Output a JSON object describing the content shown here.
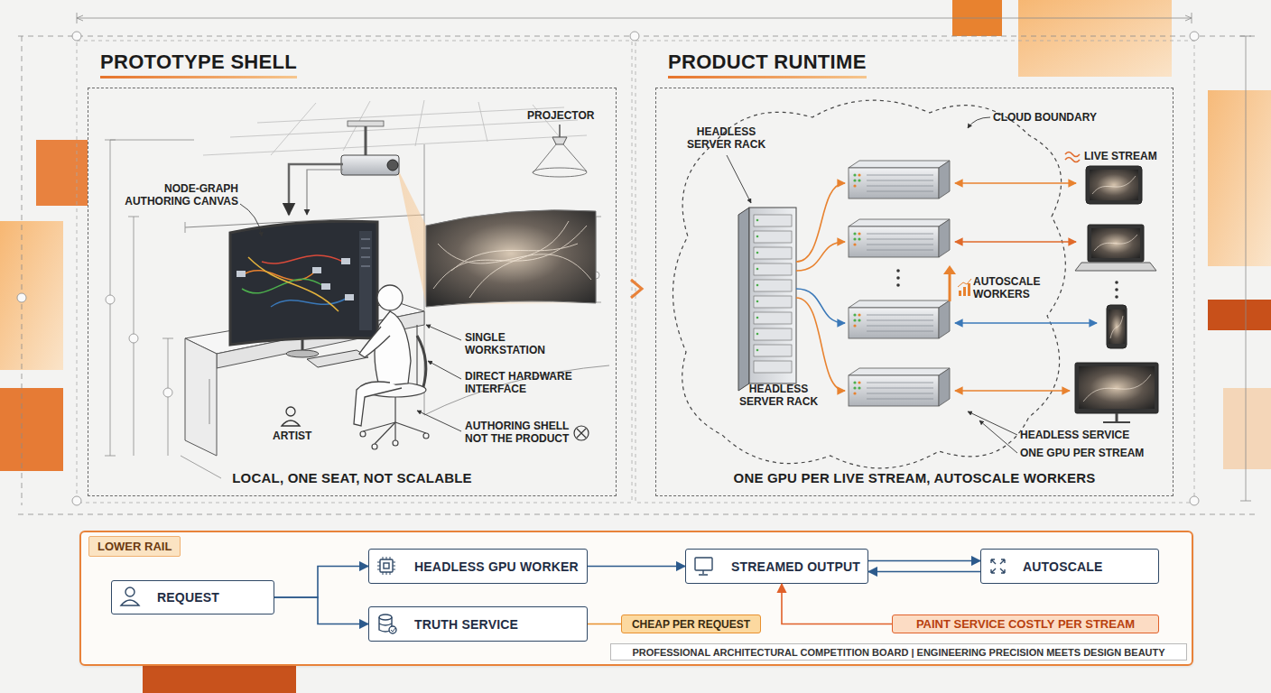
{
  "diagram": {
    "nodes": [
      {
        "text": [
          "PROTOTYPE SHELL",
          "LOCAL, ONE SEAT, NOT SCALABLE"
        ]
      },
      {
        "text": [
          "PRODUCT RUNTIME",
          "ONE GPU PER LIVE STREAM, AUTOSCALE WORKERS"
        ]
      },
      {
        "text": [
          "LOWER RAIL"
        ]
      },
      {
        "text": [
          "REQUEST"
        ],
        "in": 2
      },
      {
        "text": [
          "HEADLESS GPU WORKER"
        ],
        "in": 2
      },
      {
        "text": [
          "TRUTH SERVICE"
        ],
        "in": 2
      },
      {
        "text": [
          "STREAMED OUTPUT"
        ],
        "in": 2
      },
      {
        "text": [
          "AUTOSCALE"
        ],
        "in": 2
      },
      {
        "text": [
          "CHEAP PER REQUEST"
        ],
        "in": 2
      },
      {
        "text": [
          "PAINT SERVICE COSTLY PER STREAM"
        ],
        "in": 2
      },
      {
        "text": [
          "PROFESSIONAL ARCHITECTURAL COMPETITION BOARD | ENGINEERING PRECISION MEETS DESIGN BEAUTY"
        ],
        "in": 2
      }
    ],
    "edges": [
      {
        "from": 3,
        "to": 4,
        "arrow": "to"
      },
      {
        "from": 3,
        "to": 5,
        "arrow": "to"
      },
      {
        "from": 4,
        "to": 6,
        "arrow": "to"
      },
      {
        "from": 6,
        "to": 7,
        "arrow": "to"
      },
      {
        "from": 7,
        "to": 6,
        "arrow": "to"
      },
      {
        "from": 5,
        "to": 8,
        "arrow": "none"
      },
      {
        "from": 9,
        "to": 6,
        "arrow": "to"
      }
    ],
    "labels": [
      "PROJECTOR",
      "NODE-GRAPH AUTHORING CANVAS",
      "SINGLE WORKSTATION",
      "DIRECT HARDWARE INTERFACE",
      "AUTHORING SHELL NOT THE PRODUCT",
      "ARTIST",
      "CLOUD BOUNDARY",
      "HEADLESS SERVER RACK",
      "HEADLESS SERVER RACK",
      "LIVE STREAM",
      "AUTOSCALE WORKERS",
      "HEADLESS SERVICE",
      "ONE GPU PER STREAM"
    ]
  }
}
